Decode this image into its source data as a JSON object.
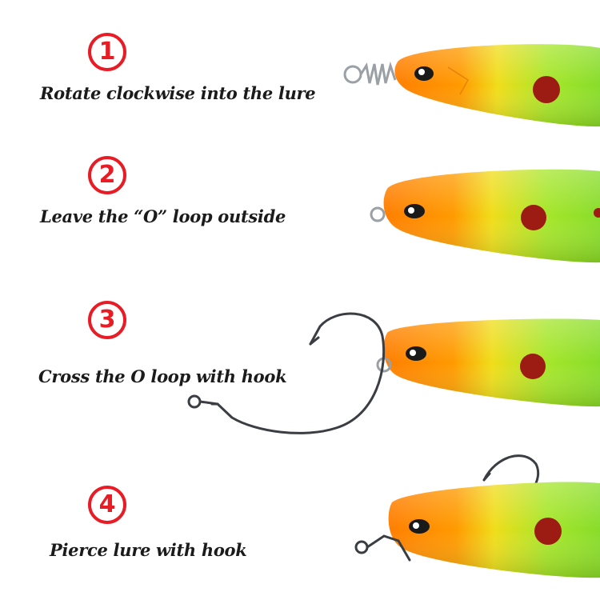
{
  "steps": [
    {
      "number": "1",
      "caption": "Rotate clockwise into the lure"
    },
    {
      "number": "2",
      "caption": "Leave the “O” loop outside"
    },
    {
      "number": "3",
      "caption": "Cross the O loop with hook"
    },
    {
      "number": "4",
      "caption": "Pierce lure with hook"
    }
  ],
  "colors": {
    "badge_red": "#e81c24",
    "lure_orange": "#ff8a00",
    "lure_yellow": "#f4e21a",
    "lure_green": "#8fe02a",
    "spot_red": "#9c1b12",
    "hook_metal": "#3a3d42"
  }
}
